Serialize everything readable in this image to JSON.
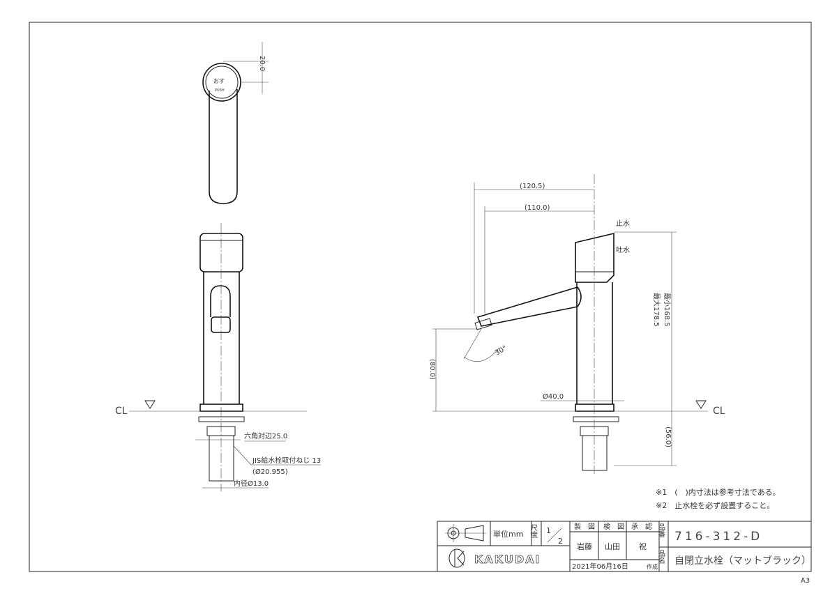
{
  "left_view": {
    "dim_top": "20.0",
    "push_label": "PUSH",
    "push_jp": "おす"
  },
  "front_view": {
    "cl_label": "CL",
    "hex_label": "六角対辺25.0",
    "thread_label": "JIS給水栓取付ねじ 13",
    "thread_dia": "(Ø20.955)",
    "inner_dia": "内径Ø13.0"
  },
  "side_view": {
    "dim_reach_outer": "(120.5)",
    "dim_reach_inner": "(110.0)",
    "stop_label": "止水",
    "discharge_label": "吐水",
    "dim_height_max": "最大178.5",
    "dim_height_min": "最小168.5",
    "dim_spout_height": "(80.0)",
    "angle": "30°",
    "body_dia": "Ø40.0",
    "dim_below": "(56.0)",
    "cl_label": "CL"
  },
  "notes": [
    "※1　(　)内寸法は参考寸法である。",
    "※2　止水栓を必ず設置すること。"
  ],
  "title_block": {
    "unit": "単位mm",
    "scale_label": "尺度",
    "scale_num": "1",
    "scale_den": "2",
    "drawn_label": "製　図",
    "checked_label": "検　図",
    "approved_label": "承　認",
    "drawn_by": "岩藤",
    "checked_by": "山田",
    "approved_by": "祝",
    "date": "2021年06月16日",
    "created_label": "作成",
    "part_no_label": "品番",
    "part_no": "716-312-D",
    "name_label": "品名",
    "name": "自閉立水栓（マットブラック）",
    "brand": "KAKUDAI"
  },
  "sheet_size": "A3"
}
